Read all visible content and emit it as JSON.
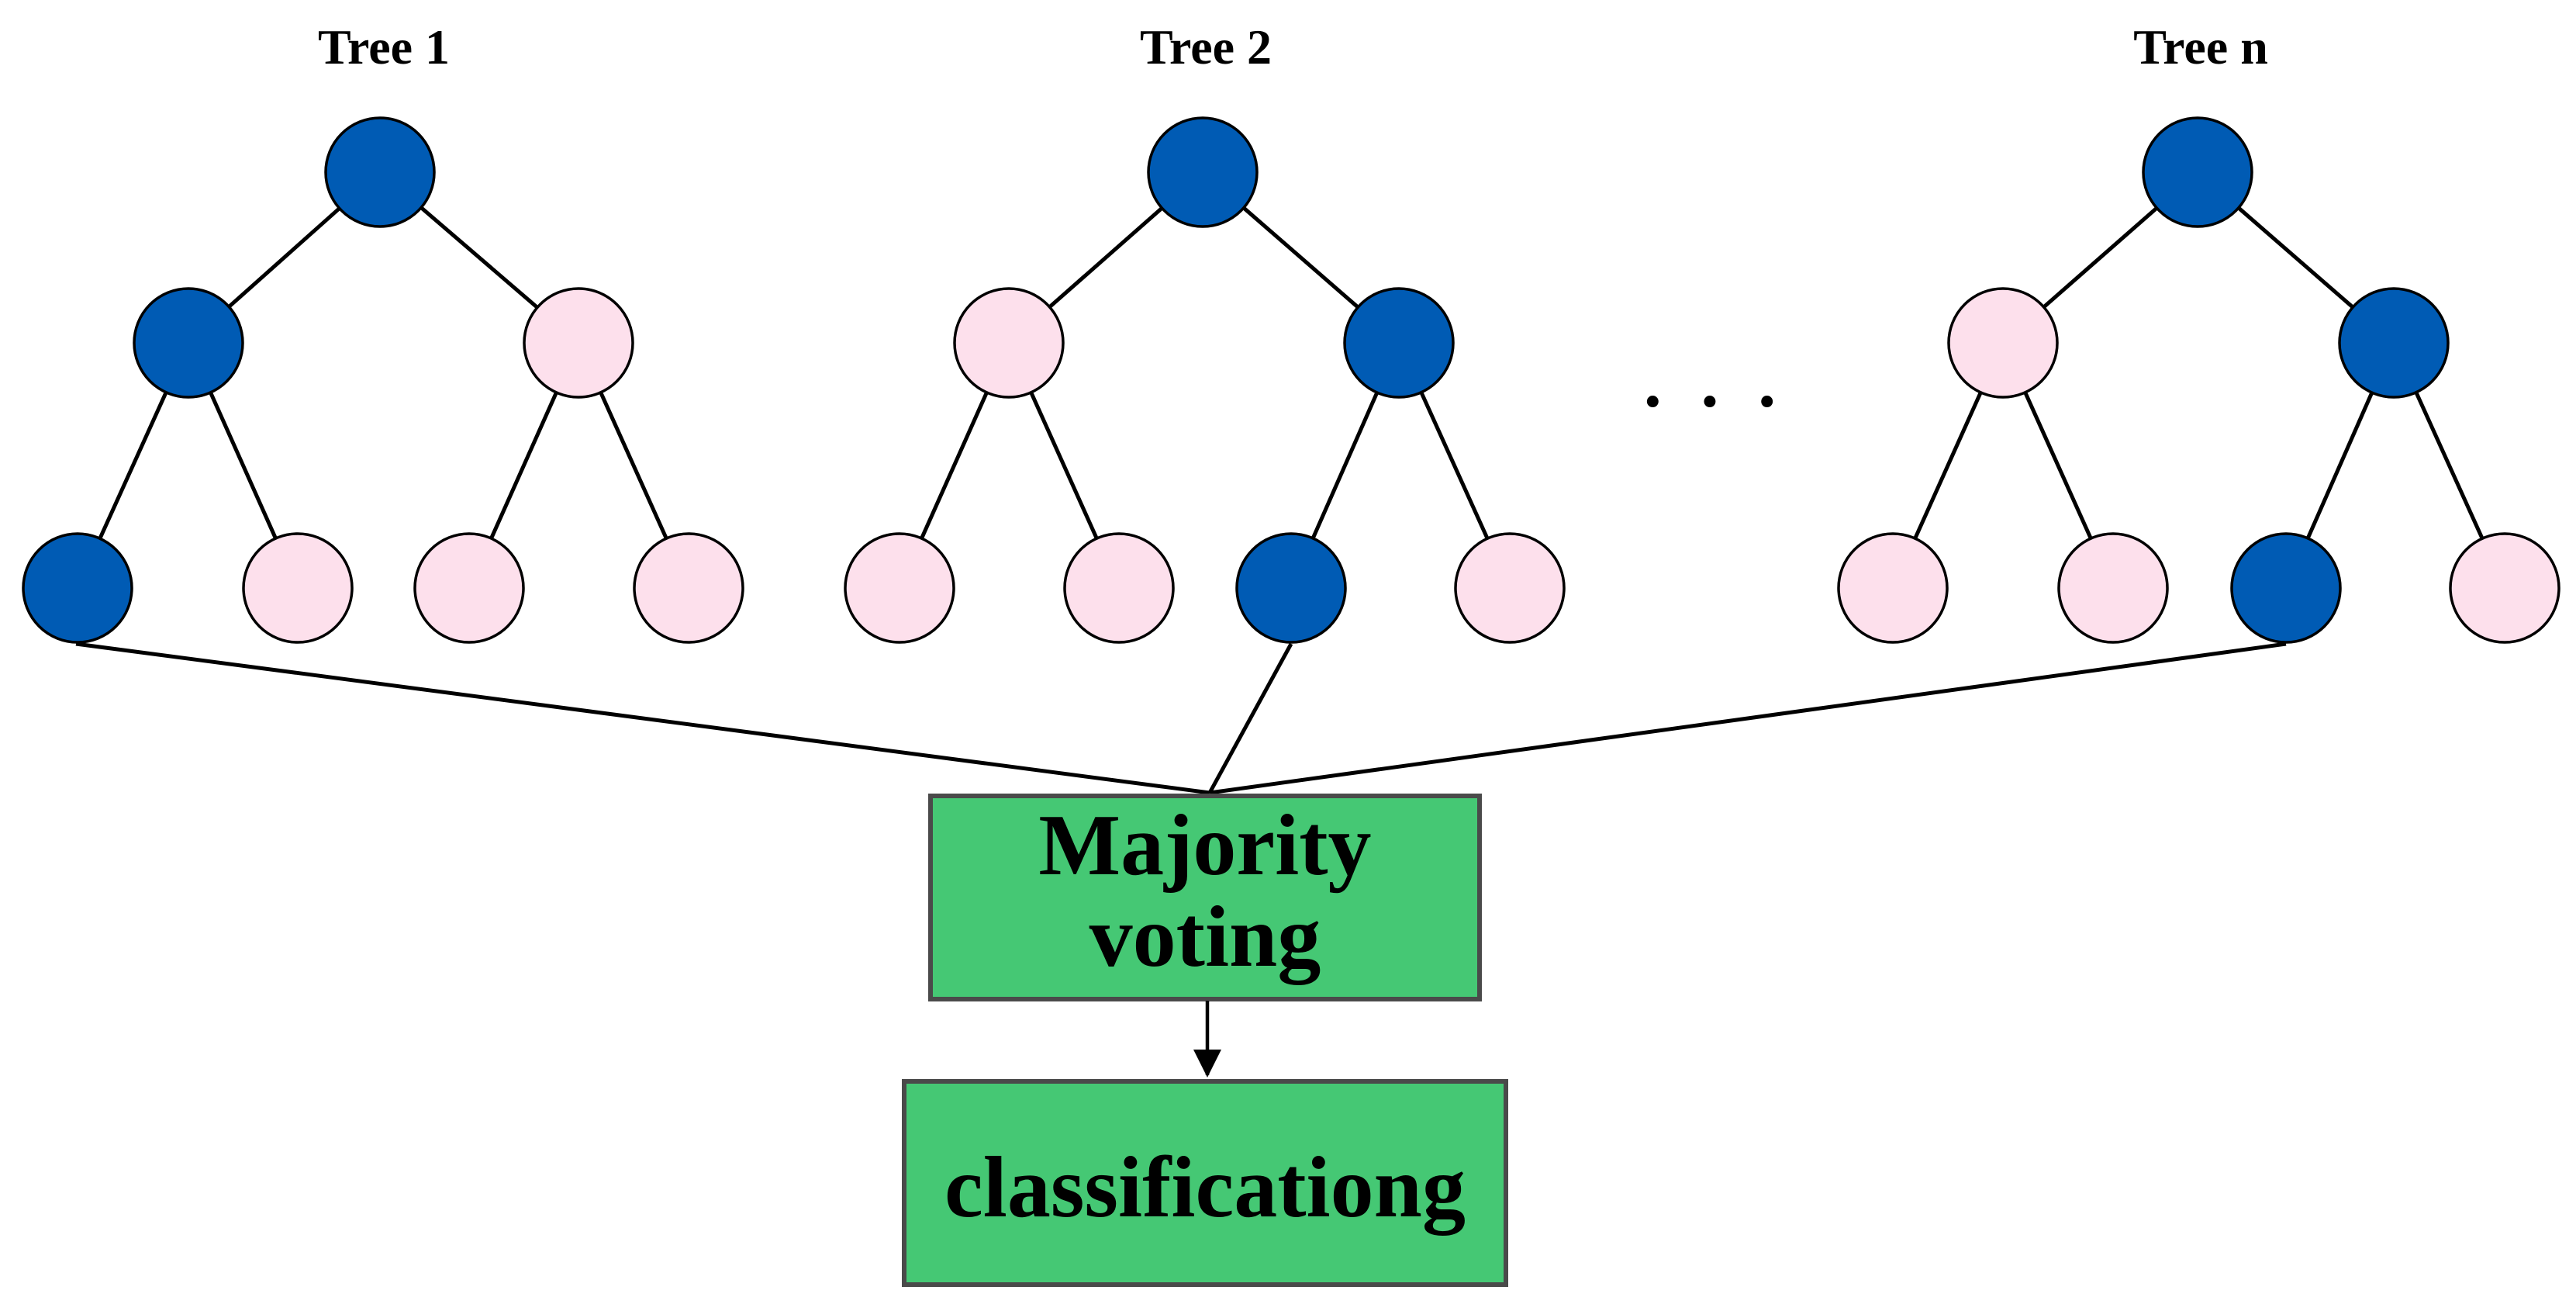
{
  "colors": {
    "node_blue": "#005bb4",
    "node_pink": "#fde0ec",
    "box_green": "#45c874"
  },
  "trees": [
    {
      "title": "Tree 1",
      "nodes": [
        {
          "id": "root",
          "color": "blue"
        },
        {
          "id": "L",
          "color": "blue"
        },
        {
          "id": "R",
          "color": "pink"
        },
        {
          "id": "LL",
          "color": "blue"
        },
        {
          "id": "LR",
          "color": "pink"
        },
        {
          "id": "RL",
          "color": "pink"
        },
        {
          "id": "RR",
          "color": "pink"
        }
      ]
    },
    {
      "title": "Tree 2",
      "nodes": [
        {
          "id": "root",
          "color": "blue"
        },
        {
          "id": "L",
          "color": "pink"
        },
        {
          "id": "R",
          "color": "blue"
        },
        {
          "id": "LL",
          "color": "pink"
        },
        {
          "id": "LR",
          "color": "pink"
        },
        {
          "id": "RL",
          "color": "blue"
        },
        {
          "id": "RR",
          "color": "pink"
        }
      ]
    },
    {
      "title": "Tree n",
      "nodes": [
        {
          "id": "root",
          "color": "blue"
        },
        {
          "id": "L",
          "color": "pink"
        },
        {
          "id": "R",
          "color": "blue"
        },
        {
          "id": "LL",
          "color": "pink"
        },
        {
          "id": "LR",
          "color": "pink"
        },
        {
          "id": "RL",
          "color": "blue"
        },
        {
          "id": "RR",
          "color": "pink"
        }
      ]
    }
  ],
  "ellipsis": "· · ·",
  "voting_box": {
    "lines": [
      "Majority",
      "voting"
    ]
  },
  "result_box": {
    "label": "classificationg"
  }
}
